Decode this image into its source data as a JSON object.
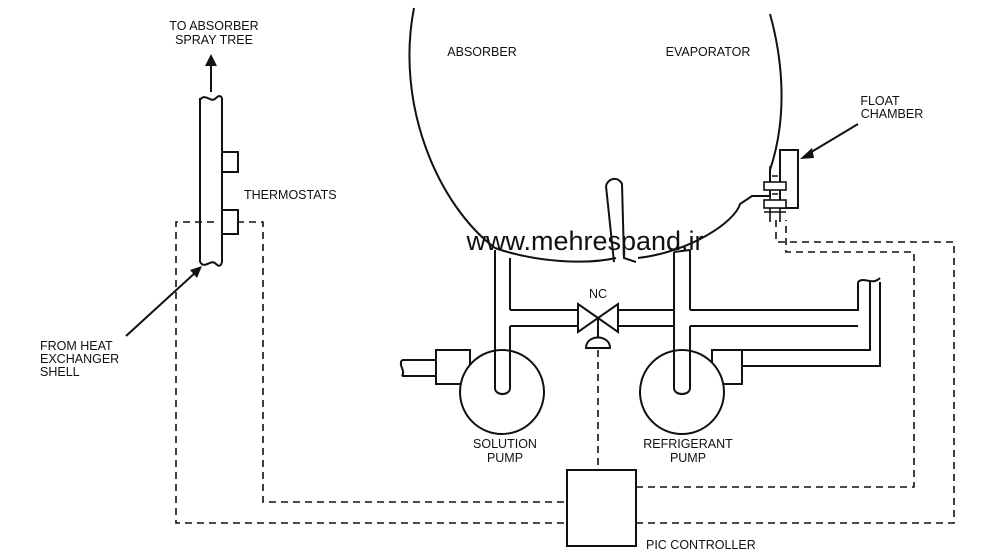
{
  "labels": {
    "to_absorber_line1": "TO ABSORBER",
    "to_absorber_line2": "SPRAY TREE",
    "absorber": "ABSORBER",
    "evaporator": "EVAPORATOR",
    "float_line1": "FLOAT",
    "float_line2": "CHAMBER",
    "thermostats": "THERMOSTATS",
    "from_heat_line1": "FROM HEAT",
    "from_heat_line2": "EXCHANGER",
    "from_heat_line3": "SHELL",
    "nc": "NC",
    "solution_line1": "SOLUTION",
    "solution_line2": "PUMP",
    "refrigerant_line1": "REFRIGERANT",
    "refrigerant_line2": "PUMP",
    "pic_controller": "PIC CONTROLLER",
    "watermark": "www.mehrespand.ir"
  },
  "colors": {
    "line": "#111111",
    "background": "#ffffff"
  }
}
